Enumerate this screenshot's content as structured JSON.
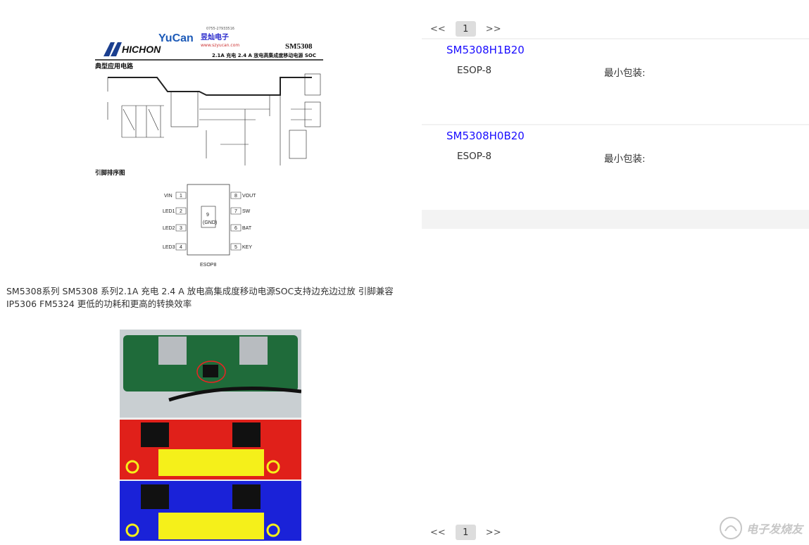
{
  "datasheet": {
    "brand": "HICHON",
    "distributor": "YuCan",
    "distributor_cn": "昱灿电子",
    "phone": "0755-27933516",
    "url": "www.szyucan.com",
    "part": "SM5308",
    "subtitle": "2.1A 充电 2.4 A 放电高集成度移动电源 SOC",
    "section1": "典型应用电路",
    "section2": "引脚排序图",
    "pins_left": [
      "VIN",
      "LED1",
      "LED2",
      "LED3"
    ],
    "pins_left_num": [
      "1",
      "2",
      "3",
      "4"
    ],
    "pins_right": [
      "VOUT",
      "SW",
      "BAT",
      "KEY"
    ],
    "pins_right_num": [
      "8",
      "7",
      "6",
      "5"
    ],
    "pad": "9",
    "pad_name": "(GND)",
    "package": "ESOP8"
  },
  "description": "SM5308系列 SM5308 系列2.1A 充电 2.4 A 放电高集成度移动电源SOC支持边充边过放 引脚兼容IP5306 FM5324 更低的功耗和更高的转换效率",
  "pagination": {
    "prev": "<<",
    "page": "1",
    "next": ">>"
  },
  "products": [
    {
      "name": "SM5308H1B20",
      "package": "ESOP-8",
      "min_pack_label": "最小包装:"
    },
    {
      "name": "SM5308H0B20",
      "package": "ESOP-8",
      "min_pack_label": "最小包装:"
    }
  ],
  "watermark": "电子发烧友",
  "colors": {
    "link": "#1a0dff",
    "pcb_green": "#1f6b3a",
    "pcb_red": "#e0201a",
    "pcb_blue": "#1a22d8",
    "pcb_yellow": "#f5f01a"
  }
}
